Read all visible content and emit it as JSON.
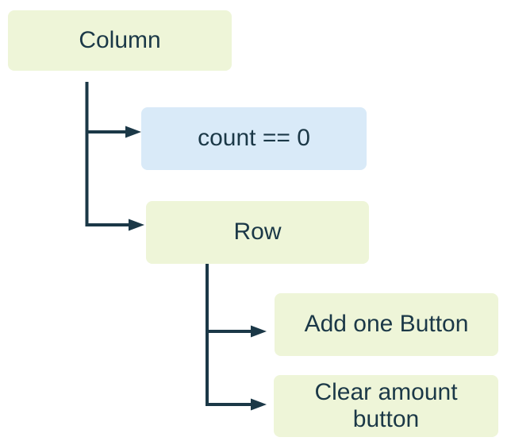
{
  "diagram": {
    "type": "widget-tree",
    "nodes": {
      "column": {
        "label": "Column",
        "kind": "widget"
      },
      "condition": {
        "label": "count == 0",
        "kind": "condition"
      },
      "row": {
        "label": "Row",
        "kind": "widget"
      },
      "add_one": {
        "label": "Add one Button",
        "kind": "widget"
      },
      "clear_amount": {
        "label": "Clear amount button",
        "kind": "widget"
      }
    },
    "edges": [
      {
        "from": "column",
        "to": "condition"
      },
      {
        "from": "column",
        "to": "row"
      },
      {
        "from": "row",
        "to": "add_one"
      },
      {
        "from": "row",
        "to": "clear_amount"
      }
    ]
  },
  "colors": {
    "background": "#ffffff",
    "widget_fill": "#eef5d8",
    "condition_fill": "#d9eaf8",
    "line": "#1b3847",
    "text": "#1b3847"
  }
}
